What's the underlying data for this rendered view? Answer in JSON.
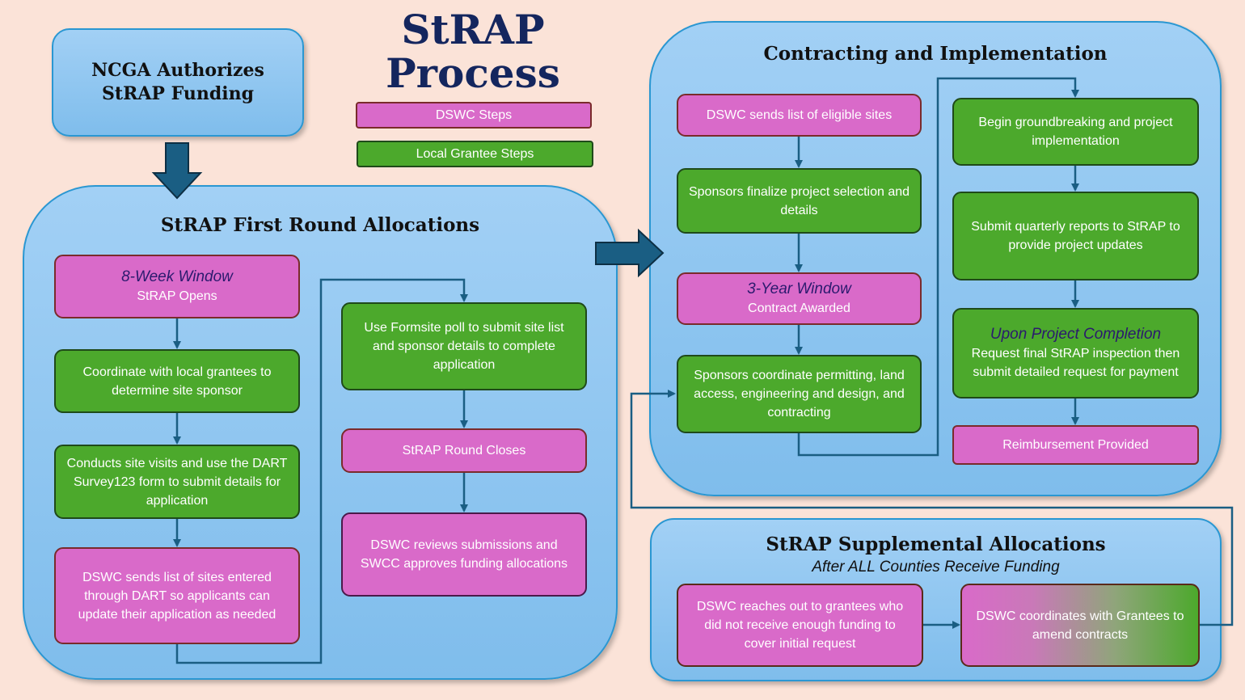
{
  "title": {
    "line1": "StRAP",
    "line2": "Process"
  },
  "legend": {
    "dswc": "DSWC Steps",
    "grantee": "Local Grantee Steps"
  },
  "colors": {
    "dswc_step": "#d96ac9",
    "grantee_step": "#4ca92c",
    "panel": "#8fc6f0",
    "connector": "#1a5e83",
    "title": "#14265e",
    "background": "#fbe3d8"
  },
  "ncga": {
    "line1": "NCGA Authorizes",
    "line2": "StRAP Funding"
  },
  "first_round": {
    "title": "StRAP First Round Allocations",
    "steps": [
      {
        "type": "dswc",
        "heading": "8-Week Window",
        "text": "StRAP Opens"
      },
      {
        "type": "grantee",
        "text": "Coordinate with local grantees to determine site sponsor"
      },
      {
        "type": "grantee",
        "text": "Conducts site visits and use the DART Survey123 form to submit details for application"
      },
      {
        "type": "dswc",
        "text": "DSWC sends list of sites entered through DART so applicants can update their application as needed"
      },
      {
        "type": "grantee",
        "text": "Use Formsite poll to submit site list and sponsor details to complete application"
      },
      {
        "type": "dswc",
        "text": "StRAP Round Closes"
      },
      {
        "type": "dswc",
        "text": "DSWC reviews submissions and SWCC approves funding allocations"
      }
    ]
  },
  "contracting": {
    "title": "Contracting and Implementation",
    "steps": [
      {
        "type": "dswc",
        "text": "DSWC sends list of eligible sites"
      },
      {
        "type": "grantee",
        "text": "Sponsors finalize project selection and details"
      },
      {
        "type": "dswc",
        "heading": "3-Year Window",
        "text": "Contract Awarded"
      },
      {
        "type": "grantee",
        "text": "Sponsors coordinate permitting, land access, engineering and design, and contracting"
      },
      {
        "type": "grantee",
        "text": "Begin groundbreaking and project implementation"
      },
      {
        "type": "grantee",
        "text": "Submit quarterly reports to StRAP to provide project updates"
      },
      {
        "type": "grantee",
        "heading": "Upon Project Completion",
        "text": "Request final StRAP inspection then submit detailed request for payment"
      },
      {
        "type": "dswc",
        "text": "Reimbursement Provided"
      }
    ]
  },
  "supplemental": {
    "title": "StRAP Supplemental Allocations",
    "subtitle": "After ALL Counties Receive Funding",
    "steps": [
      {
        "type": "dswc",
        "text": "DSWC reaches out to grantees who did not receive enough funding to cover initial request"
      },
      {
        "type": "mixed",
        "text": "DSWC coordinates with Grantees to amend contracts"
      }
    ]
  }
}
